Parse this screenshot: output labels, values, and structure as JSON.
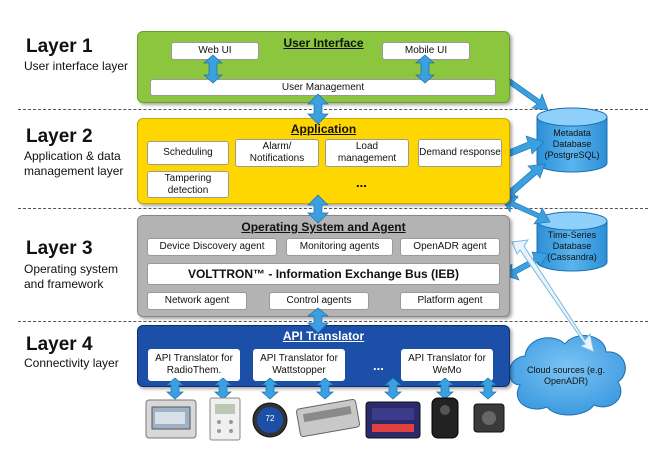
{
  "layers": [
    {
      "title": "Layer 1",
      "subtitle": "User interface layer"
    },
    {
      "title": "Layer 2",
      "subtitle": "Application & data management layer"
    },
    {
      "title": "Layer 3",
      "subtitle": "Operating system and framework"
    },
    {
      "title": "Layer 4",
      "subtitle": "Connectivity layer"
    }
  ],
  "ui_panel": {
    "title": "User Interface",
    "web_ui": "Web UI",
    "mobile_ui": "Mobile UI",
    "user_management": "User Management",
    "color": "#8cc63f"
  },
  "app_panel": {
    "title": "Application",
    "scheduling": "Scheduling",
    "alarm": "Alarm/ Notifications",
    "load_management": "Load management",
    "demand_response": "Demand response",
    "tampering": "Tampering detection",
    "ellipsis": "...",
    "color": "#ffd700"
  },
  "os_panel": {
    "title": "Operating System and Agent",
    "device_discovery": "Device Discovery agent",
    "monitoring": "Monitoring agents",
    "openadr_agent": "OpenADR agent",
    "ieb": "VOLTTRON™ - Information Exchange Bus (IEB)",
    "network": "Network agent",
    "control": "Control agents",
    "platform": "Platform agent",
    "color": "#b3b3b3"
  },
  "api_panel": {
    "title": "API Translator",
    "radiotherm": "API Translator for RadioThem.",
    "wattstopper": "API Translator for Wattstopper",
    "ellipsis": "...",
    "wemo": "API Translator for WeMo",
    "color": "#1c4fa8"
  },
  "metadata_db": "Metadata Database (PostgreSQL)",
  "timeseries_db": "Time-Series Database (Cassandra)",
  "cloud": "Cloud sources (e.g. OpenADR)",
  "thermostat_reading": "72",
  "arrow_color": "#3aa0e0"
}
